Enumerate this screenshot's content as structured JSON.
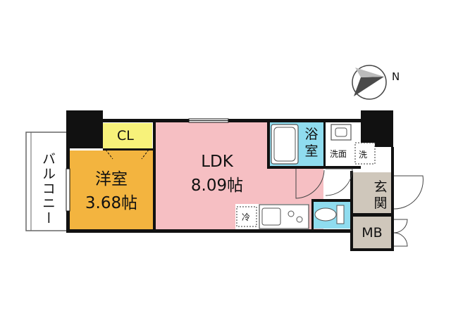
{
  "compass": {
    "north_label": "N"
  },
  "rooms": {
    "balcony": {
      "label": "バルコニー"
    },
    "western_room": {
      "label": "洋室",
      "size": "3.68帖"
    },
    "closet": {
      "label": "CL"
    },
    "ldk": {
      "label": "LDK",
      "size": "8.09帖"
    },
    "bath": {
      "label_top": "浴",
      "label_bottom": "室"
    },
    "washroom": {
      "label": "洗面"
    },
    "washer": {
      "label": "洗"
    },
    "fridge": {
      "label": "冷"
    },
    "entrance": {
      "label_top": "玄",
      "label_bottom": "関"
    },
    "meter_box": {
      "label": "MB"
    }
  },
  "colors": {
    "ldk": "#f6bfc3",
    "western_room": "#f3b43f",
    "closet": "#f7f27a",
    "bath": "#8fdcef",
    "washroom": "#ffffff",
    "toilet": "#8fdcef",
    "entrance": "#cfc7bb",
    "meter_box": "#cfc7bb",
    "balcony": "#ffffff",
    "wall": "#111111"
  }
}
